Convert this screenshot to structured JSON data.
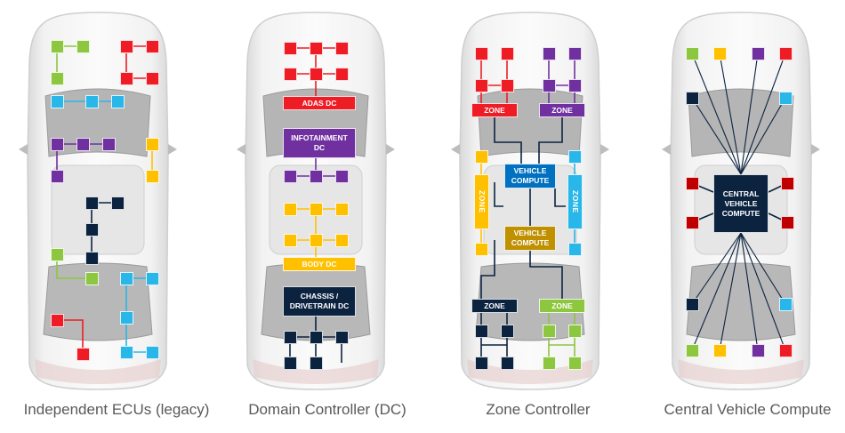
{
  "colors": {
    "red": "#ee1c25",
    "darkred": "#c00000",
    "green": "#8dc63f",
    "blue": "#29b6e8",
    "purple": "#7030a0",
    "yellow": "#ffc000",
    "navy": "#0c2340",
    "gold": "#bf9000",
    "zoneblue": "#0070c0"
  },
  "captions": [
    "Independent ECUs (legacy)",
    "Domain Controller (DC)",
    "Zone Controller",
    "Central Vehicle Compute"
  ],
  "domain_controller": {
    "adas": "ADAS DC",
    "infotainment": "INFOTAINMENT\nDC",
    "body": "BODY DC",
    "chassis": "CHASSIS /\nDRIVETRAIN DC"
  },
  "zone_controller": {
    "zone": "ZONE",
    "vehicle_compute": "VEHICLE\nCOMPUTE"
  },
  "central_compute": {
    "label": "CENTRAL\nVEHICLE\nCOMPUTE"
  }
}
